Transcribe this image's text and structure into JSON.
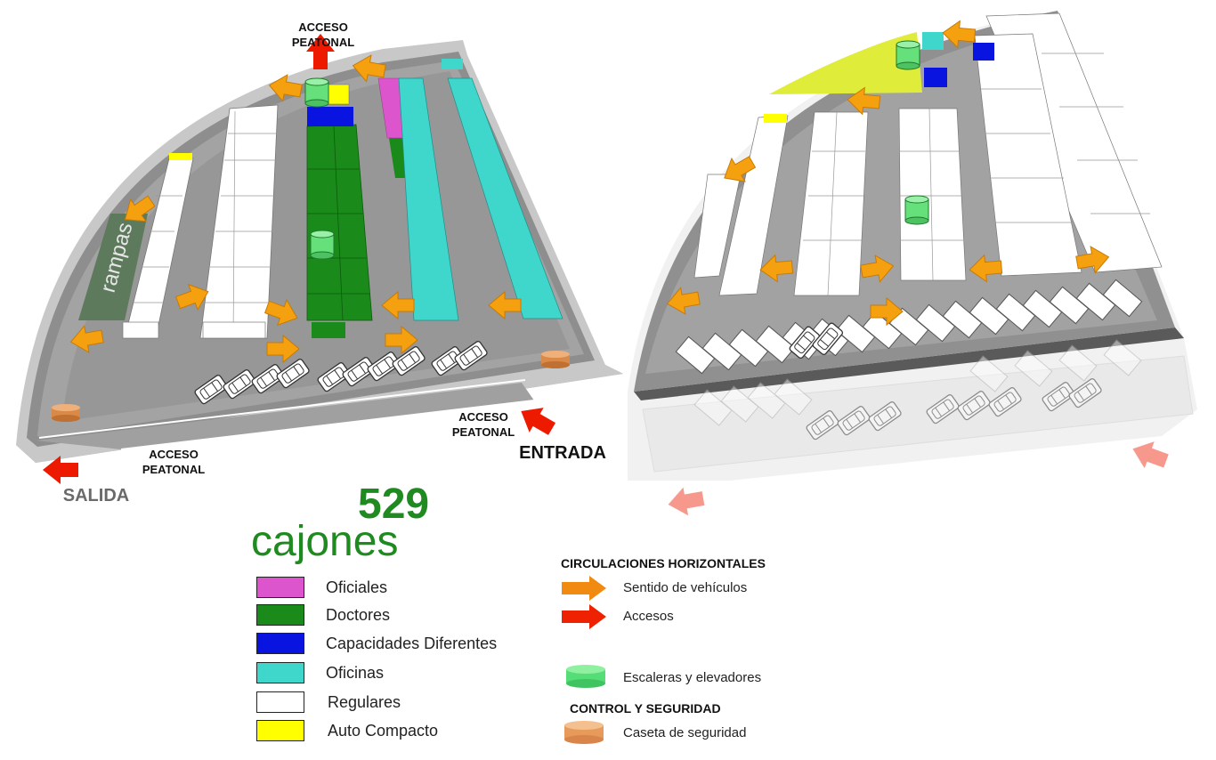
{
  "labels": {
    "acceso_peatonal_top": "ACCESO\nPEATONAL",
    "acceso_peatonal_bottom": "ACCESO\nPEATONAL",
    "acceso_peatonal_right": "ACCESO\nPEATONAL",
    "salida": "SALIDA",
    "entrada": "ENTRADA",
    "rampas": "rampas"
  },
  "capacity": {
    "number": "529",
    "unit": "cajones"
  },
  "legend": [
    {
      "label": "Oficiales",
      "color": "#dd55cc"
    },
    {
      "label": "Doctores",
      "color": "#1a8a1a"
    },
    {
      "label": "Capacidades Diferentes",
      "color": "#0a14e0"
    },
    {
      "label": "Oficinas",
      "color": "#3fd6cc"
    },
    {
      "label": "Regulares",
      "color": "#ffffff"
    },
    {
      "label": "Auto Compacto",
      "color": "#ffff00"
    }
  ],
  "circulation": {
    "title": "CIRCULACIONES HORIZONTALES",
    "vehicles": {
      "label": "Sentido de vehículos",
      "icon": "orange-arrow-icon",
      "color": "#f08a10"
    },
    "accesses": {
      "label": "Accesos",
      "icon": "red-arrow-icon",
      "color": "#ee2200"
    },
    "stairs": {
      "label": "Escaleras y elevadores",
      "icon": "green-cylinder-icon",
      "color": "#55dd77"
    }
  },
  "security": {
    "title": "CONTROL Y SEGURIDAD",
    "booth": {
      "label": "Caseta de seguridad",
      "icon": "orange-cylinder-icon",
      "color": "#e89a5a"
    }
  }
}
